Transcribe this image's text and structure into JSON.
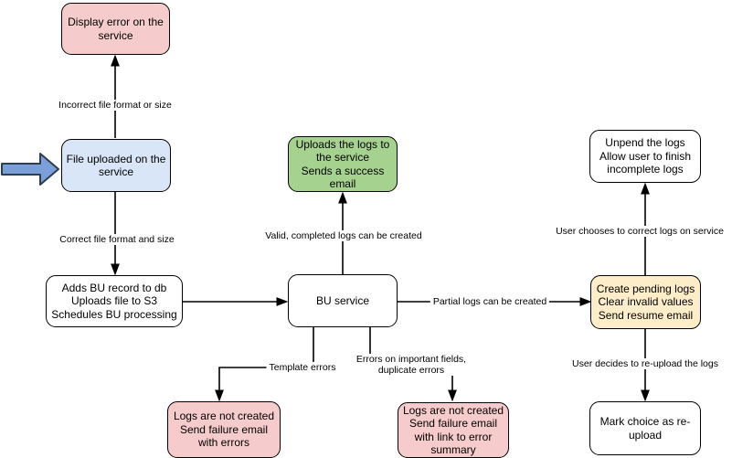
{
  "diagram": {
    "title": "File upload / BU processing flowchart",
    "colors": {
      "pink": "#f6cbcb",
      "blue": "#d9e6f7",
      "green": "#a6d28f",
      "yellow": "#fdeec9",
      "white": "#ffffff",
      "line": "#000000",
      "big_arrow_fill": "#7b9fd8",
      "big_arrow_stroke": "#2d3e50"
    },
    "nodes": {
      "display_error": {
        "text": "Display error on the\nservice",
        "color_key": "pink"
      },
      "file_uploaded": {
        "text": "File uploaded on the\nservice",
        "color_key": "blue"
      },
      "adds_bu": {
        "text": "Adds BU record to db\nUploads file to S3\nSchedules BU processing",
        "color_key": "white"
      },
      "upload_success": {
        "text": "Uploads the logs to\nthe service\nSends a success\nemail",
        "color_key": "green"
      },
      "bu_service": {
        "text": "BU service",
        "color_key": "white"
      },
      "unpend": {
        "text": "Unpend the logs\nAllow user to finish\nincomplete logs",
        "color_key": "white"
      },
      "create_pending": {
        "text": "Create pending logs\nClear invalid values\nSend resume email",
        "color_key": "yellow"
      },
      "mark_reupload": {
        "text": "Mark choice as re-\nupload",
        "color_key": "white"
      },
      "fail_errors": {
        "text": "Logs are not created\nSend failure email\nwith errors",
        "color_key": "pink"
      },
      "fail_summary": {
        "text": "Logs are not created\nSend failure email\nwith link to error\nsummary",
        "color_key": "pink"
      }
    },
    "edge_labels": {
      "incorrect_format": "Incorrect file format or size",
      "correct_format": "Correct file format and size",
      "valid_logs": "Valid, completed logs can be created",
      "partial_logs": "Partial logs can be created",
      "choose_correct": "User chooses to correct logs on service",
      "decide_reupload": "User decides to re-upload the logs",
      "template_errors": "Template errors",
      "field_errors": "Errors on important fields,\nduplicate errors"
    }
  }
}
